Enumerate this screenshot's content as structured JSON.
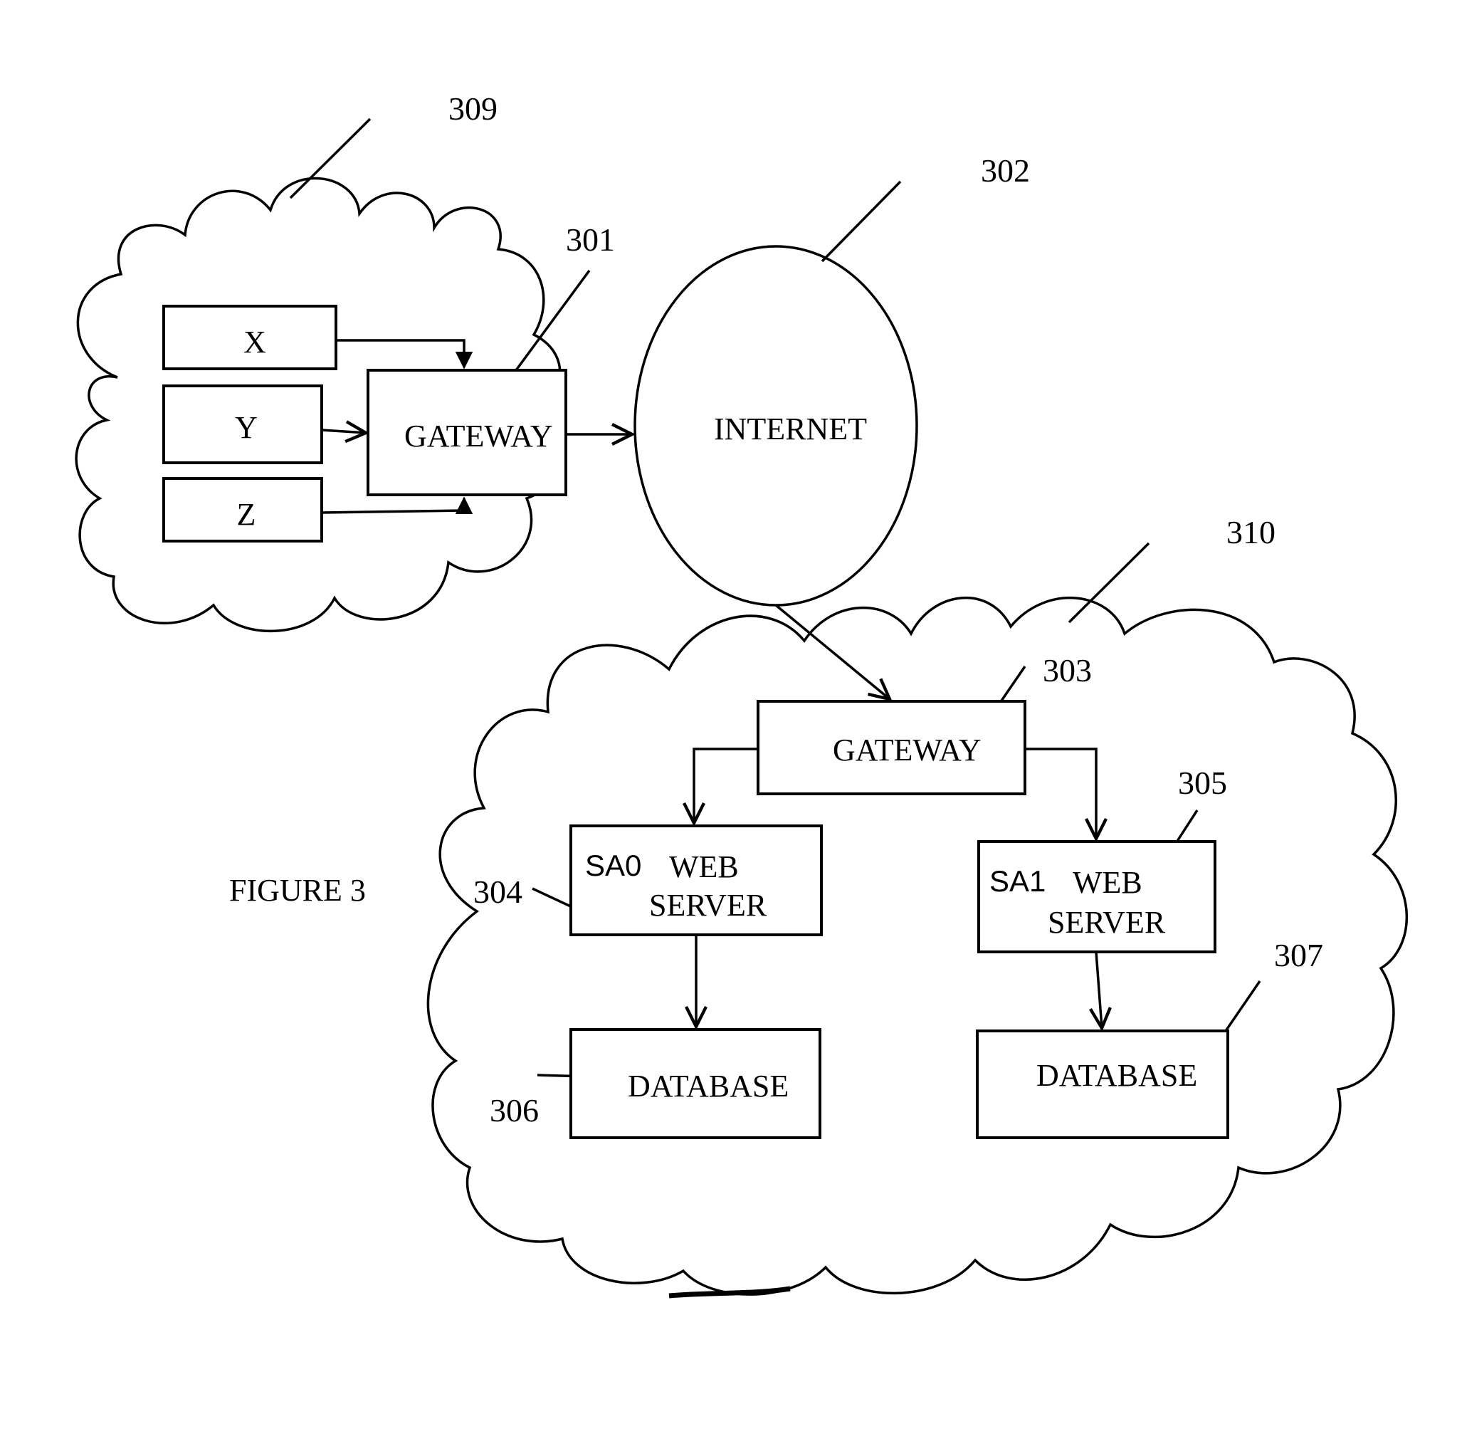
{
  "figure": {
    "caption": "FIGURE 3",
    "colors": {
      "ink": "#000000",
      "paper": "#ffffff"
    }
  },
  "refs": {
    "r309": "309",
    "r302": "302",
    "r301": "301",
    "r310": "310",
    "r303": "303",
    "r305": "305",
    "r304": "304",
    "r307": "307",
    "r306": "306"
  },
  "nodes": {
    "x": "X",
    "y": "Y",
    "z": "Z",
    "gateway_left": "GATEWAY",
    "internet": "INTERNET",
    "gateway_right": "GATEWAY",
    "sa0_prefix": "SA0",
    "sa0_web": "WEB",
    "sa0_server": "SERVER",
    "sa1_prefix": "SA1",
    "sa1_web": "WEB",
    "sa1_server": "SERVER",
    "db_left": "DATABASE",
    "db_right": "DATABASE"
  }
}
